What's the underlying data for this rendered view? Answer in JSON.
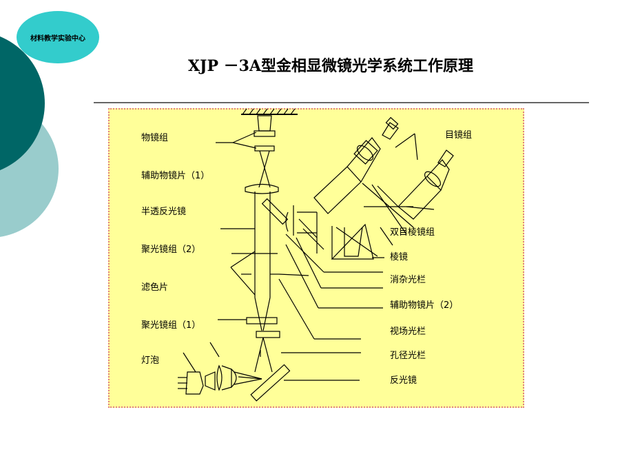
{
  "badge": "材料教学实验中心",
  "title": "XJP －3A型金相显微镜光学系统工作原理",
  "labels": {
    "objective": "物镜组",
    "aux_lens_1": "辅助物镜片（1）",
    "half_mirror": "半透反光镜",
    "condenser_2": "聚光镜组（2）",
    "filter": "滤色片",
    "condenser_1": "聚光镜组（1）",
    "lamp": "灯泡",
    "eyepiece": "目镜组",
    "binocular_prism": "双目棱镜组",
    "prism": "棱镜",
    "stray_stop": "消杂光栏",
    "aux_lens_2": "辅助物镜片（2）",
    "field_stop": "视场光栏",
    "aperture_stop": "孔径光栏",
    "reflector": "反光镜"
  },
  "colors": {
    "badge": "#33cccc",
    "dark_teal": "#006666",
    "light_teal": "#99cccc",
    "panel": "#ffff99",
    "panel_border": "#e08080"
  }
}
